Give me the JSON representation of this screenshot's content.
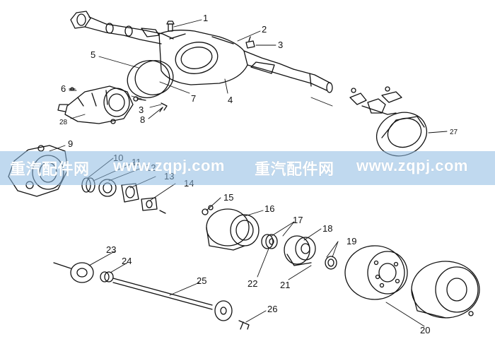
{
  "callouts": [
    {
      "id": "1",
      "text": "1"
    },
    {
      "id": "2",
      "text": "2"
    },
    {
      "id": "3a",
      "text": "3"
    },
    {
      "id": "3b",
      "text": "3"
    },
    {
      "id": "4",
      "text": "4"
    },
    {
      "id": "5",
      "text": "5"
    },
    {
      "id": "6",
      "text": "6"
    },
    {
      "id": "7",
      "text": "7"
    },
    {
      "id": "8",
      "text": "8"
    },
    {
      "id": "9",
      "text": "9"
    },
    {
      "id": "10",
      "text": "10"
    },
    {
      "id": "11",
      "text": "11"
    },
    {
      "id": "12",
      "text": "12"
    },
    {
      "id": "13",
      "text": "13"
    },
    {
      "id": "14",
      "text": "14"
    },
    {
      "id": "15",
      "text": "15"
    },
    {
      "id": "16",
      "text": "16"
    },
    {
      "id": "17",
      "text": "17"
    },
    {
      "id": "18",
      "text": "18"
    },
    {
      "id": "19",
      "text": "19"
    },
    {
      "id": "20",
      "text": "20"
    },
    {
      "id": "21",
      "text": "21"
    },
    {
      "id": "22",
      "text": "22"
    },
    {
      "id": "23",
      "text": "23"
    },
    {
      "id": "24",
      "text": "24"
    },
    {
      "id": "25",
      "text": "25"
    },
    {
      "id": "26",
      "text": "26"
    },
    {
      "id": "27",
      "text": "27"
    },
    {
      "id": "28",
      "text": "28"
    }
  ],
  "watermark": {
    "segments": [
      "重汽配件网",
      "www.zqpj.com",
      "重汽配件网",
      "www.zqpj.com"
    ]
  },
  "colors": {
    "line": "#111111",
    "banner": "#8cb9e1",
    "watermark_text": "#ffffff"
  }
}
